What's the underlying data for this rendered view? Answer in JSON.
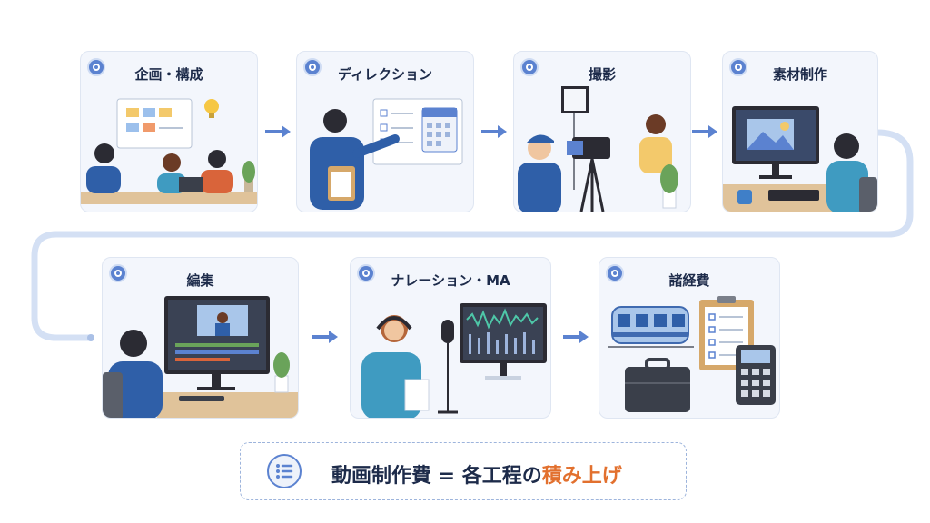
{
  "steps": [
    {
      "title": "企画・構成",
      "icon": "planning-meeting-icon"
    },
    {
      "title": "ディレクション",
      "icon": "direction-clipboard-icon"
    },
    {
      "title": "撮影",
      "icon": "filming-camera-icon"
    },
    {
      "title": "素材制作",
      "icon": "material-design-icon"
    },
    {
      "title": "編集",
      "icon": "video-editing-icon"
    },
    {
      "title": "ナレーション・MA",
      "icon": "narration-microphone-icon"
    },
    {
      "title": "諸経費",
      "icon": "expenses-icon"
    }
  ],
  "summary": {
    "main": "動画制作費 = 各工程の",
    "emphasis": "積み上げ"
  },
  "colors": {
    "accent": "#5b82d0",
    "emphasis": "#e2702e",
    "card_bg": "#f3f6fc",
    "flow_line": "#d4e0f4"
  }
}
